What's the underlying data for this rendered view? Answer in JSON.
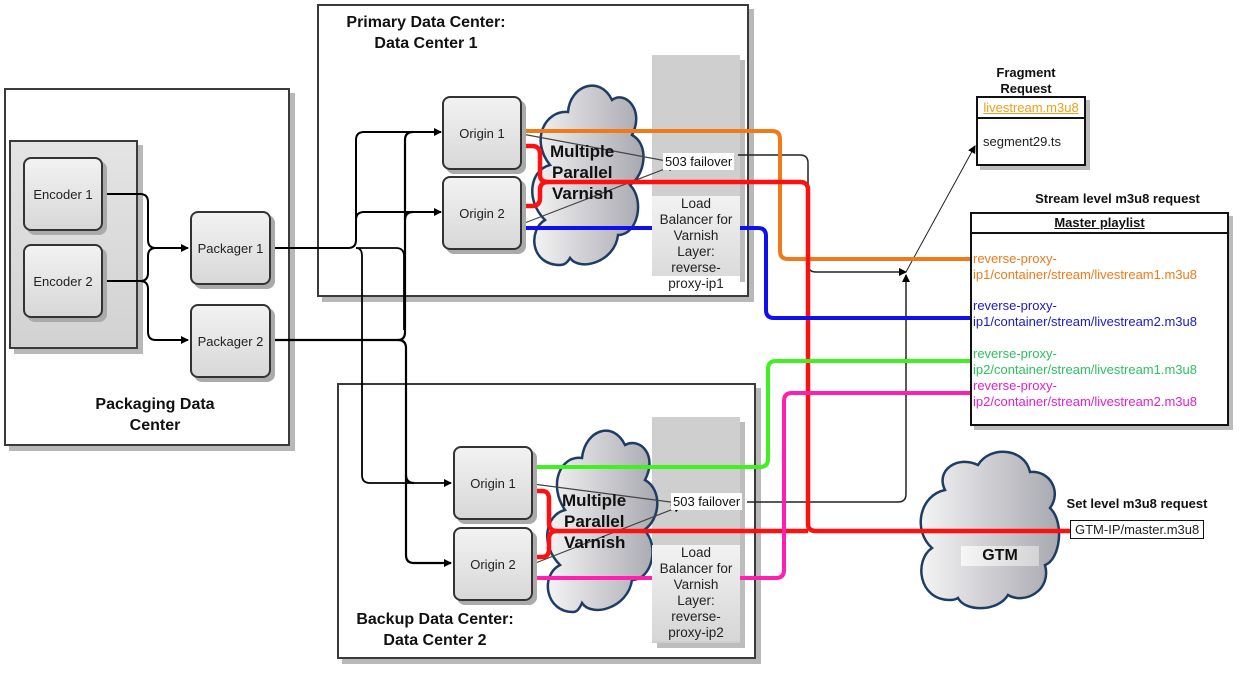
{
  "packaging_dc": {
    "title": "Packaging Data Center",
    "encoders": [
      "Encoder 1",
      "Encoder 2"
    ],
    "packagers": [
      "Packager 1",
      "Packager 2"
    ]
  },
  "primary_dc": {
    "title_line1": "Primary Data Center:",
    "title_line2": "Data Center 1",
    "origins": [
      "Origin 1",
      "Origin 2"
    ],
    "varnish": [
      "Multiple",
      "Parallel",
      "Varnish"
    ],
    "failover": "503 failover",
    "load_balancer": [
      "Load",
      "Balancer for",
      "Varnish",
      "Layer:",
      "reverse-",
      "proxy-ip1"
    ]
  },
  "backup_dc": {
    "title_line1": "Backup Data Center:",
    "title_line2": "Data Center 2",
    "origins": [
      "Origin 1",
      "Origin 2"
    ],
    "varnish": [
      "Multiple",
      "Parallel",
      "Varnish"
    ],
    "failover": "503 failover",
    "load_balancer": [
      "Load",
      "Balancer for",
      "Varnish",
      "Layer:",
      "reverse-",
      "proxy-ip2"
    ]
  },
  "fragment_request": {
    "heading_line1": "Fragment",
    "heading_line2": "Request",
    "playlist_link": "livestream.m3u8",
    "segment": "segment29.ts"
  },
  "stream_request": {
    "heading": "Stream level m3u8 request",
    "table_title": "Master playlist",
    "entries": [
      {
        "line1": "reverse-proxy-",
        "line2": "ip1/container/stream/livestream1.m3u8",
        "color": "#f07a1a"
      },
      {
        "line1": "reverse-proxy-",
        "line2": "ip1/container/stream/livestream2.m3u8",
        "color": "#1a1ac8"
      },
      {
        "line1": "reverse-proxy-",
        "line2": "ip2/container/stream/livestream1.m3u8",
        "color": "#2ec060"
      },
      {
        "line1": "reverse-proxy-",
        "line2": "ip2/container/stream/livestream2.m3u8",
        "color": "#e020d0"
      }
    ]
  },
  "set_request": {
    "heading": "Set level m3u8 request",
    "url": "GTM-IP/master.m3u8"
  },
  "gtm": {
    "label": "GTM"
  },
  "colors": {
    "orange": "#f07a1a",
    "red": "#ff1010",
    "blue": "#1010ee",
    "green": "#40f020",
    "magenta": "#ff20b0",
    "link": "#e8a020"
  }
}
